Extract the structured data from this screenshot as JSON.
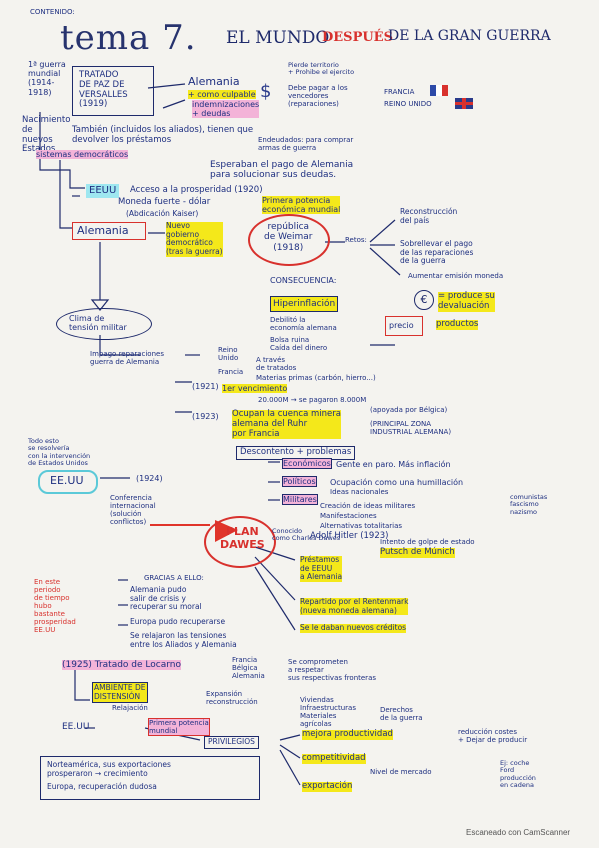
{
  "header": {
    "contenido": "CONTENIDO:",
    "tema": "tema 7.",
    "title_a": "EL MUNDO",
    "title_b": "DESPUÉS",
    "title_c": "DE LA GRAN GUERRA"
  },
  "left": {
    "guerra": "1ª guerra\nmundial\n(1914-\n1918)",
    "tratado": "TRATADO\nDE PAZ DE\nVERSALLES\n(1919)",
    "nacimiento": "Nacimiento\nde\nnuevos\nEstados",
    "sistemas": "sistemas democráticos"
  },
  "alemania_top": {
    "label": "Alemania",
    "culpable": "+ como culpable",
    "indem": "indemnizaciones\n+ deudas",
    "perdio": "Pierde territorio\n+ Prohibe el ejercito",
    "deber": "Debe pagar a los\nvencedores\n(reparaciones)",
    "francia": "FRANCIA",
    "reino": "REINO UNIDO"
  },
  "tambien": "También (incluidos los aliados), tienen que\ndevolver los préstamos",
  "endeudados": "Endeudados: para comprar\narmas de guerra",
  "esperaban": "Esperaban el pago de Alemania\npara solucionar sus deudas.",
  "eeuu1": {
    "label": "EEUU",
    "acceso": "Acceso a la prosperidad (1920)",
    "moneda": "Moneda fuerte - dólar",
    "potencia": "Primera potencia\neconómica mundial",
    "abdicacion": "(Abdicación Kaiser)"
  },
  "alemania2": {
    "label": "Alemania",
    "nuevo": "Nuevo\ngobierno\ndemocrático\n(tras la guerra)",
    "weimar": "república\nde Weimar\n(1918)",
    "retos": "Retos:",
    "reto1": "Reconstrucción\ndel país",
    "reto2": "Sobrellevar el pago\nde las reparaciones\nde la guerra",
    "reto3": "Aumentar emisión moneda"
  },
  "consecuencia": "CONSECUENCIA:",
  "hiper": "Hiperinflación",
  "debilito": "Debilitó la\neconomía alemana",
  "bolsa": "Bolsa ruina\nCaída del dinero",
  "euro": "€",
  "produce": "= produce su\ndevaluación",
  "precio": "precio",
  "productos": "productos",
  "clima": "Clima de\ntensión militar",
  "impago": "Impago reparaciones\nguerra de Alemania",
  "reino_unido2": "Reino\nUnido",
  "francia2": "Francia",
  "atraves": "A través\nde tratados",
  "materias": "Materias primas (carbón, hierro...)",
  "y1921": "(1921)",
  "vencimiento": "1er vencimiento",
  "pago": "20.000M → se pagaron 8.000M",
  "y1923": "(1923)",
  "ocupan": "Ocupan la cuenca minera\nalemana del Ruhr\npor Francia",
  "apoyada": "(apoyada por Bélgica)",
  "principal": "(PRINCIPAL ZONA\nINDUSTRIAL ALEMANA)",
  "descontento": "Descontento + problemas",
  "todo_esto": "Todo esto\nse resolvería\ncon la intervención\nde Estados Unidos",
  "eeuu2": {
    "label": "EE.UU",
    "year": "(1924)",
    "conferencia": "Conferencia\ninternacional\n(solución\nconflictos)"
  },
  "economicos": "Económicos",
  "econ_text": "Gente en paro. Más inflación",
  "politicos": "Políticos",
  "pol_text": "Ocupación como una humillación",
  "ideas": "Ideas nacionales",
  "militares": "Militares",
  "mil_text": "Creación de ideas militares",
  "mil2": "Manifestaciones",
  "mil3": "Alternativas totalitarias",
  "hitler": "Adolf Hitler (1923)",
  "intento": "Intento de golpe de estado",
  "putsch": "Putsch de Múnich",
  "comunistas": "comunistas\nfascismo\nnazismo",
  "plan": "PLAN\nDAWES",
  "conocido": "Conocido\ncomo Charles Dawes",
  "dawes1": "Préstamos\nde EEUU\na Alemania",
  "dawes2": "Repartido por el Rentenmark\n(nueva moneda alemana)",
  "dawes3": "Se le daban nuevos créditos",
  "en_este": "En este\nperiodo\nde tiempo\nhubo\nbastante\nprosperidad\nEE.UU",
  "gracias": "GRACIAS A ELLO:",
  "g1": "Alemania pudo\nsalir de crisis y\nrecuperar su moral",
  "g2": "Europa pudo recuperarse",
  "g3": "Se relajaron las tensiones\nentre los Aliados y Alemania",
  "locarno": "(1925) Tratado de Locarno",
  "locarno_pais": "Francia\nBélgica\nAlemania",
  "locarno_text": "Se comprometen\na respetar\nsus respectivas fronteras",
  "ambiente": "AMBIENTE DE\nDISTENSIÓN",
  "relajacion": "Relajación",
  "expansion": "Expansión\nreconstrucción",
  "viviendas": "Viviendas\nInfraestructuras\nMateriales\nagrícolas",
  "derechos": "Derechos\nde la guerra",
  "eeuu3": "EE.UU",
  "primera": "Primera potencia\nmundial",
  "privilegios": "PRIVILEGIOS",
  "p1": "mejora productividad",
  "p2": "competitividad",
  "p3": "exportación",
  "reduccion": "reducción costes\n+ Dejar de producir",
  "ej": "Ej: coche\nFord\nproducción\nen cadena",
  "nivel": "Nivel de mercado",
  "b1": "Norteamérica, sus exportaciones\nprosperaron → crecimiento",
  "b2": "Europa, recuperación dudosa",
  "footer": "Escaneado con CamScanner"
}
